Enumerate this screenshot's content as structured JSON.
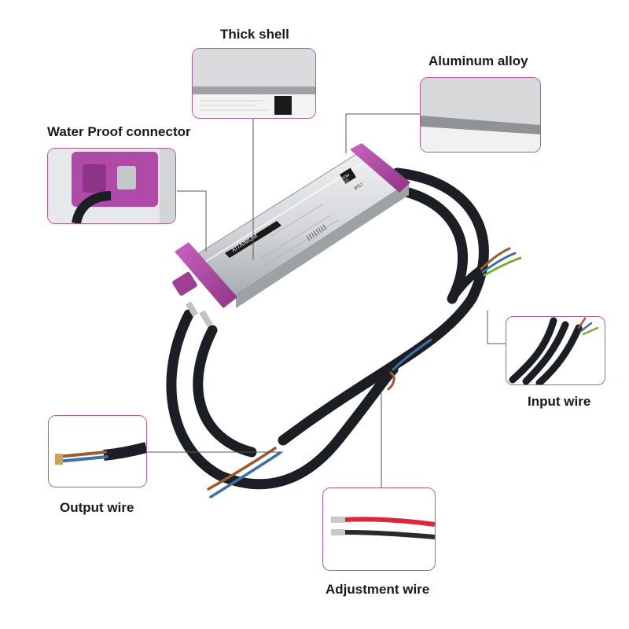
{
  "callouts": {
    "thick_shell": "Thick shell",
    "aluminum_alloy": "Aluminum alloy",
    "waterproof_connector": "Water Proof connector",
    "input_wire": "Input wire",
    "output_wire": "Output wire",
    "adjustment_wire": "Adjustment wire"
  },
  "product": {
    "brand": "XITANIUM",
    "power_badge": "250W",
    "type_badge": "LED",
    "ip_rating": "IP67"
  },
  "colors": {
    "end_cap": "#b04aa8",
    "housing": "#d9dcde",
    "cable": "#1b1e22",
    "inset_border": "#b5589f",
    "leader_line": "#555555"
  }
}
